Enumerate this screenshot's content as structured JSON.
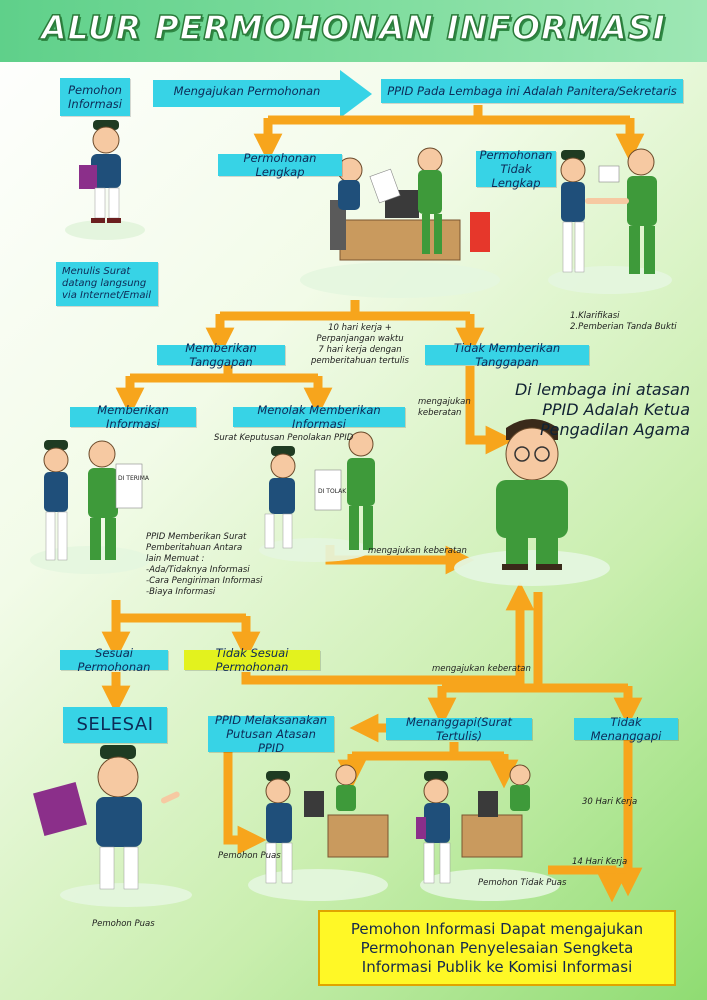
{
  "title": "ALUR PERMOHONAN INFORMASI",
  "boxes": {
    "pemohon_informasi": "Pemohon Informasi",
    "mengajukan_permohonan": "Mengajukan Permohonan",
    "ppid_panitera": "PPID Pada Lembaga ini Adalah Panitera/Sekretaris",
    "permohonan_lengkap": "Permohonan Lengkap",
    "permohonan_tidak_lengkap": "Permohonan Tidak Lengkap",
    "menulis_surat": "Menulis Surat datang langsung via Internet/Email",
    "memberikan_tanggapan": "Memberikan Tanggapan",
    "tidak_memberikan_tanggapan": "Tidak Memberikan Tanggapan",
    "memberikan_informasi": "Memberikan Informasi",
    "menolak_memberikan_informasi": "Menolak Memberikan Informasi",
    "sesuai_permohonan": "Sesuai Permohonan",
    "tidak_sesuai_permohonan": "Tidak Sesuai Permohonan",
    "selesai": "SELESAI",
    "ppid_melaksanakan": "PPID Melaksanakan Putusan Atasan PPID",
    "menanggapi": "Menanggapi(Surat Tertulis)",
    "tidak_menanggapi": "Tidak Menanggapi"
  },
  "notes": {
    "klarifikasi": "1.Klarifikasi",
    "tanda_bukti": "2.Pemberian Tanda Bukti",
    "sepuluh_hari_1": "10 hari kerja +",
    "sepuluh_hari_2": "Perpanjangan waktu",
    "sepuluh_hari_3": "7 hari kerja dengan",
    "sepuluh_hari_4": "pemberitahuan tertulis",
    "mengajukan_keberatan_1": "mengajukan",
    "mengajukan_keberatan_2": "keberatan",
    "surat_keputusan": "Surat Keputusan Penolakan PPID",
    "mengajukan_keberatan_mid": "mengajukan keberatan",
    "ppid_surat_1": "PPID Memberikan Surat",
    "ppid_surat_2": "Pemberitahuan Antara",
    "ppid_surat_3": "lain Memuat :",
    "ppid_surat_4": "-Ada/Tidaknya Informasi",
    "ppid_surat_5": "-Cara Pengiriman Informasi",
    "ppid_surat_6": "-Biaya Informasi",
    "mengajukan_keberatan_low": "mengajukan keberatan",
    "tiga_puluh_hari": "30 Hari Kerja",
    "empat_belas_hari": "14 Hari Kerja",
    "pemohon_puas_mid": "Pemohon Puas",
    "pemohon_tidak_puas": "Pemohon Tidak Puas",
    "pemohon_puas_left": "Pemohon Puas",
    "di_terima": "DI TERIMA",
    "di_tolak": "DI TOLAK"
  },
  "atasan": {
    "line1": "Di lembaga ini atasan",
    "line2": "PPID Adalah Ketua",
    "line3": "Pengadilan Agama"
  },
  "final": {
    "line1": "Pemohon Informasi Dapat mengajukan",
    "line2": "Permohonan Penyelesaian Sengketa",
    "line3": "Informasi Publik ke Komisi Informasi"
  },
  "colors": {
    "box": "#37d3e6",
    "box_alt": "#e3f21e",
    "arrow": "#f7a51c",
    "title_bar": "#6fd896",
    "final_box": "#fff826",
    "uniform": "#3e9a3a"
  }
}
